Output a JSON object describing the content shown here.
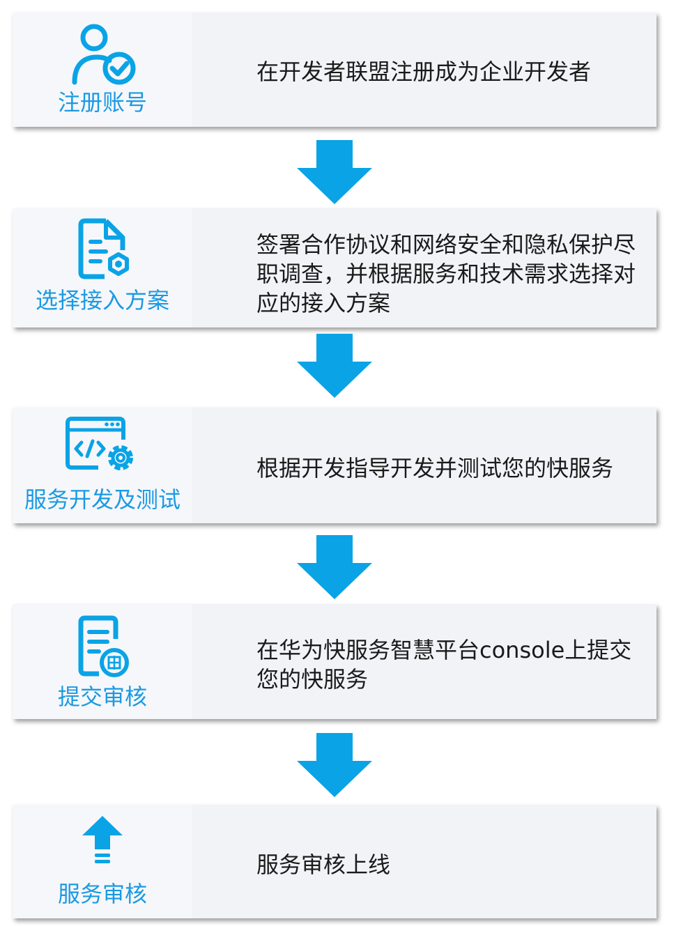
{
  "colors": {
    "accent": "#0aa3e6",
    "title_text": "#1a9ae3",
    "body_text": "#1a1a1a",
    "card_bg": "#f2f3f7"
  },
  "steps": [
    {
      "title": "注册账号",
      "description": "在开发者联盟注册成为企业开发者",
      "icon": "user-check-icon"
    },
    {
      "title": "选择接入方案",
      "description": "签署合作协议和网络安全和隐私保护尽职调查，并根据服务和技术需求选择对应的接入方案",
      "icon": "document-settings-icon"
    },
    {
      "title": "服务开发及测试",
      "description": "根据开发指导开发并测试您的快服务",
      "icon": "code-window-gear-icon"
    },
    {
      "title": "提交审核",
      "description": "在华为快服务智慧平台console上提交您的快服务",
      "icon": "document-review-icon"
    },
    {
      "title": "服务审核",
      "description": "服务审核上线",
      "icon": "upload-arrow-icon"
    }
  ]
}
